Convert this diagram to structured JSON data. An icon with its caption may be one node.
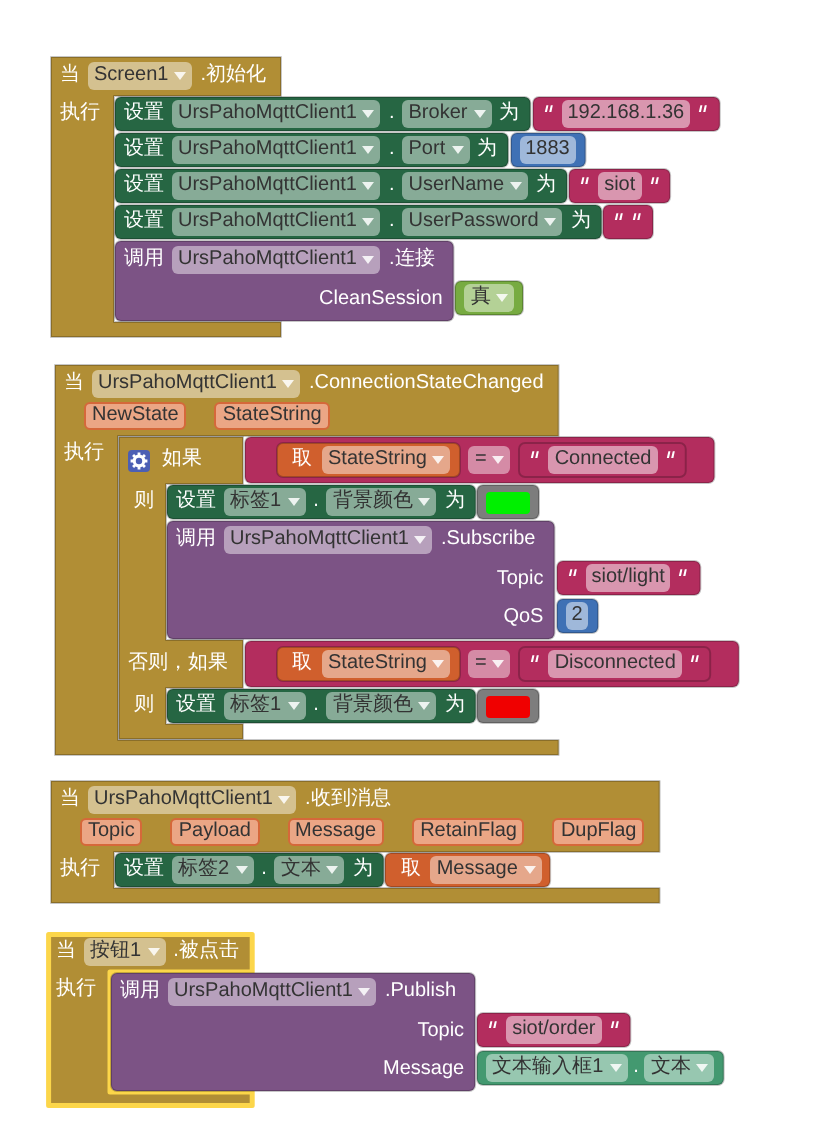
{
  "diagram": {
    "nodes": [
      {
        "text": [
          "当",
          "Screen1",
          ".初始化",
          "执行"
        ]
      },
      {
        "text": [
          "设置",
          "UrsPahoMqttClient1",
          ".",
          "Broker",
          "为"
        ]
      },
      {
        "text": [
          "192.168.1.36"
        ]
      },
      {
        "text": [
          "设置",
          "UrsPahoMqttClient1",
          ".",
          "Port",
          "为"
        ]
      },
      {
        "text": [
          "1883"
        ]
      },
      {
        "text": [
          "设置",
          "UrsPahoMqttClient1",
          ".",
          "UserName",
          "为"
        ]
      },
      {
        "text": [
          "siot"
        ]
      },
      {
        "text": [
          "设置",
          "UrsPahoMqttClient1",
          ".",
          "UserPassword",
          "为"
        ]
      },
      {
        "text": [],
        "shape": "box"
      },
      {
        "text": [
          "调用",
          "UrsPahoMqttClient1",
          ".连接",
          "CleanSession"
        ]
      },
      {
        "text": [
          "真"
        ]
      },
      {
        "text": [
          "当",
          "UrsPahoMqttClient1",
          ".ConnectionStateChanged",
          "NewState",
          "StateString",
          "执行"
        ]
      },
      {
        "text": [
          "如果",
          "则",
          "否则，如果",
          "则"
        ]
      },
      {
        "text": [
          "="
        ]
      },
      {
        "text": [
          "取",
          "StateString"
        ],
        "in": 13
      },
      {
        "text": [
          "Connected"
        ],
        "in": 13
      },
      {
        "text": [
          "设置",
          "标签1",
          ".",
          "背景颜色",
          "为"
        ]
      },
      {
        "text": [],
        "shape": "box"
      },
      {
        "text": [
          "调用",
          "UrsPahoMqttClient1",
          ".Subscribe",
          "Topic",
          "QoS"
        ]
      },
      {
        "text": [
          "siot/light"
        ]
      },
      {
        "text": [
          "2"
        ]
      },
      {
        "text": [
          "="
        ]
      },
      {
        "text": [
          "取",
          "StateString"
        ],
        "in": 21
      },
      {
        "text": [
          "Disconnected"
        ],
        "in": 21
      },
      {
        "text": [
          "设置",
          "标签1",
          ".",
          "背景颜色",
          "为"
        ]
      },
      {
        "text": [],
        "shape": "box"
      },
      {
        "text": [
          "当",
          "UrsPahoMqttClient1",
          ".收到消息",
          "Topic",
          "Payload",
          "Message",
          "RetainFlag",
          "DupFlag",
          "执行"
        ]
      },
      {
        "text": [
          "设置",
          "标签2",
          ".",
          "文本",
          "为"
        ]
      },
      {
        "text": [
          "取",
          "Message"
        ]
      },
      {
        "text": [
          "当",
          "按钮1",
          ".被点击",
          "执行"
        ]
      },
      {
        "text": [
          "调用",
          "UrsPahoMqttClient1",
          ".Publish",
          "Topic",
          "Message"
        ]
      },
      {
        "text": [
          "siot/order"
        ]
      },
      {
        "text": [
          "文本输入框1",
          ".",
          "文本"
        ]
      }
    ]
  }
}
